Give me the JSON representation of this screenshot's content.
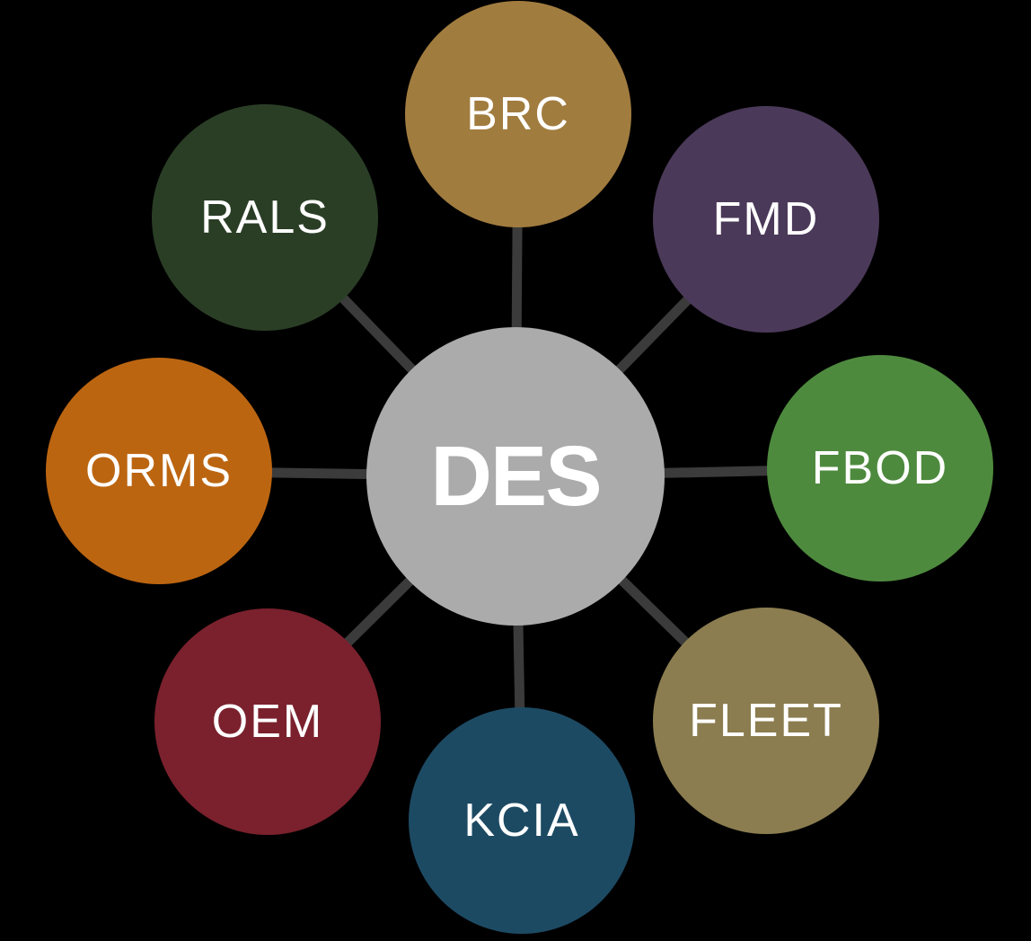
{
  "diagram": {
    "type": "hub-and-spoke",
    "background_color": "#000000",
    "connector_color": "#3B3B3B",
    "label_color": "#FFFFFF",
    "center": {
      "label": "DES",
      "color": "#ABABAB"
    },
    "nodes": [
      {
        "id": "brc",
        "label": "BRC",
        "color": "#A17C3F",
        "position": "top"
      },
      {
        "id": "fmd",
        "label": "FMD",
        "color": "#4B3959",
        "position": "top-right"
      },
      {
        "id": "fbod",
        "label": "FBOD",
        "color": "#4E8A3E",
        "position": "right"
      },
      {
        "id": "fleet",
        "label": "FLEET",
        "color": "#8B7D50",
        "position": "bottom-right"
      },
      {
        "id": "kcia",
        "label": "KCIA",
        "color": "#1D4A63",
        "position": "bottom"
      },
      {
        "id": "oem",
        "label": "OEM",
        "color": "#7A212D",
        "position": "bottom-left"
      },
      {
        "id": "orms",
        "label": "ORMS",
        "color": "#BC6511",
        "position": "left"
      },
      {
        "id": "rals",
        "label": "RALS",
        "color": "#2A3E26",
        "position": "top-left"
      }
    ]
  }
}
